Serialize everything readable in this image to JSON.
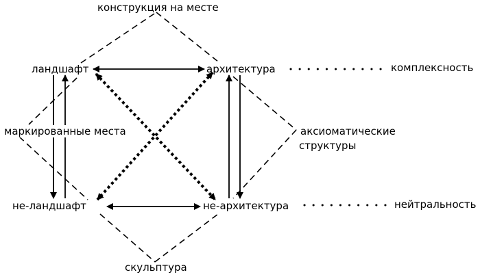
{
  "diagram": {
    "labels": {
      "site_construction": "конструкция на месте",
      "sculpture": "скульптура",
      "landscape": "ландшафт",
      "architecture": "архитектура",
      "not_landscape": "не-ландшафт",
      "not_architecture": "не-архитектура",
      "marked_sites": "маркированные места",
      "axiomatic_line1": "аксиоматические",
      "axiomatic_line2": "структуры",
      "complexity": "комплексность",
      "neutrality": "нейтральность"
    },
    "colors": {
      "ink": "#000000",
      "background": "#ffffff"
    }
  }
}
